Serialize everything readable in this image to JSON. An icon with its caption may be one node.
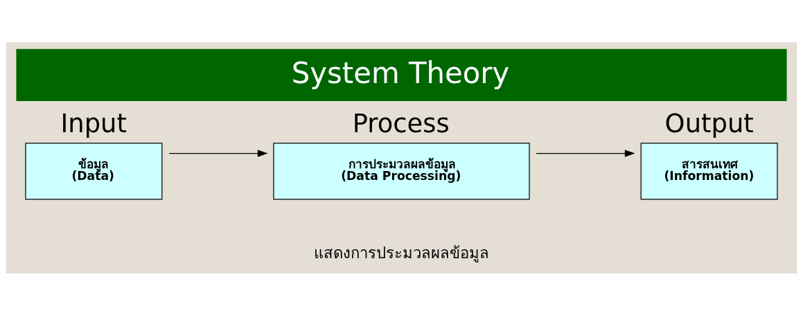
{
  "diagram": {
    "title": "System Theory",
    "caption": "แสดงการประมวลผลข้อมูล",
    "nodes": [
      {
        "text": [
          "Input",
          "ข้อมูล",
          "(Data)"
        ]
      },
      {
        "text": [
          "Process",
          "การประมวลผลข้อมูล",
          "(Data Processing)"
        ]
      },
      {
        "text": [
          "Output",
          "สารสนเทศ",
          "(Information)"
        ]
      }
    ],
    "edges": [
      {
        "from": 0,
        "to": 1,
        "arrow": "to"
      },
      {
        "from": 1,
        "to": 2,
        "arrow": "to"
      }
    ]
  }
}
